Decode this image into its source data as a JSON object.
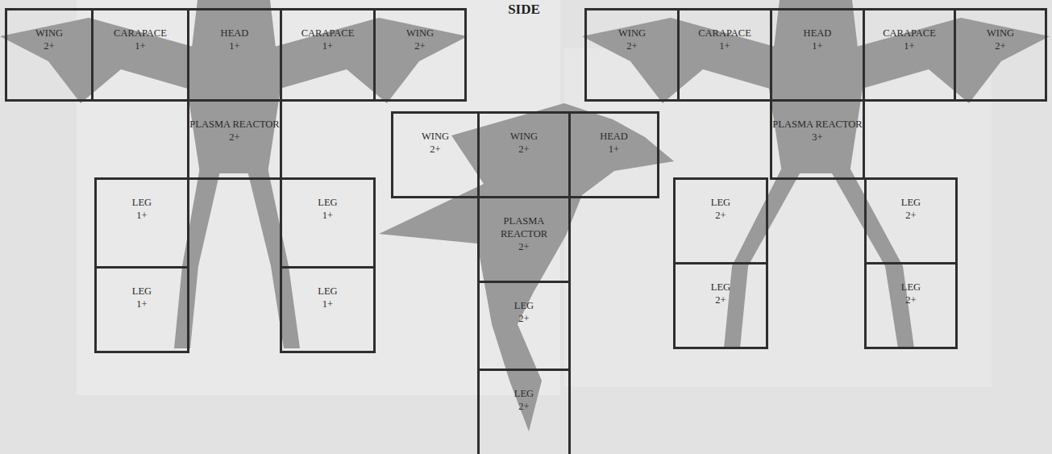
{
  "diagram": {
    "nodes": [
      {
        "text": [
          "WING",
          "2+"
        ]
      },
      {
        "text": [
          "CARAPACE",
          "1+"
        ]
      },
      {
        "text": [
          "HEAD",
          "1+"
        ]
      },
      {
        "text": [
          "CARAPACE",
          "1+"
        ]
      },
      {
        "text": [
          "WING",
          "2+"
        ]
      },
      {
        "text": [
          "PLASMA REACTOR",
          "2+"
        ]
      },
      {
        "text": [
          "LEG",
          "1+"
        ]
      },
      {
        "text": [
          "LEG",
          "1+"
        ]
      },
      {
        "text": [
          "LEG",
          "1+"
        ]
      },
      {
        "text": [
          "LEG",
          "1+"
        ]
      },
      {
        "text": [
          "WING",
          "2+"
        ]
      },
      {
        "text": [
          "WING",
          "2+"
        ]
      },
      {
        "text": [
          "HEAD",
          "1+"
        ]
      },
      {
        "text": [
          "PLASMA REACTOR",
          "2+"
        ]
      },
      {
        "text": [
          "LEG",
          "2+"
        ]
      },
      {
        "text": [
          "LEG",
          "2+"
        ]
      },
      {
        "text": [
          "WING",
          "2+"
        ]
      },
      {
        "text": [
          "CARAPACE",
          "1+"
        ]
      },
      {
        "text": [
          "HEAD",
          "1+"
        ]
      },
      {
        "text": [
          "CARAPACE",
          "1+"
        ]
      },
      {
        "text": [
          "WING",
          "2+"
        ]
      },
      {
        "text": [
          "PLASMA REACTOR",
          "3+"
        ]
      },
      {
        "text": [
          "LEG",
          "2+"
        ]
      },
      {
        "text": [
          "LEG",
          "2+"
        ]
      },
      {
        "text": [
          "LEG",
          "2+"
        ]
      },
      {
        "text": [
          "LEG",
          "2+"
        ]
      }
    ],
    "labels": [
      "SIDE"
    ]
  }
}
